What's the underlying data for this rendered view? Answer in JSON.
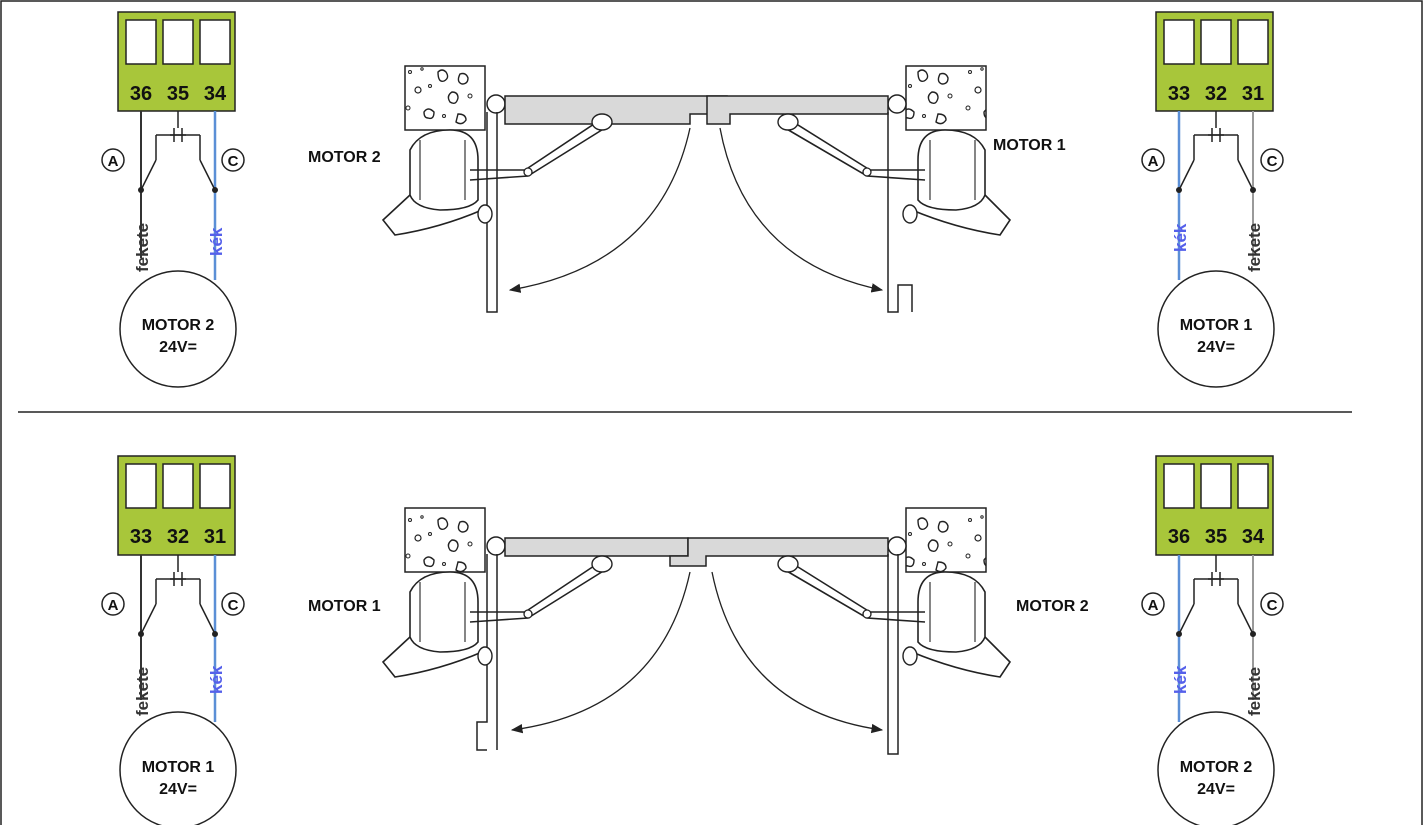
{
  "colors": {
    "terminal": "#a8c63a",
    "wire_blue": "#5b8fd6",
    "wire_black": "#333333",
    "wire_gray": "#9a9a9a",
    "label_blue": "#5560ea",
    "leaf_fill": "#d9d9d9"
  },
  "sections": [
    {
      "left_terminal": {
        "numbers": [
          "36",
          "35",
          "34"
        ]
      },
      "left_labels": {
        "a": "A",
        "c": "C",
        "wire_a": "fekete",
        "wire_c": "kék"
      },
      "left_motor": {
        "line1": "MOTOR 2",
        "line2": "24V="
      },
      "gate": {
        "left_label": "MOTOR 2",
        "right_label": "MOTOR 1"
      },
      "right_terminal": {
        "numbers": [
          "33",
          "32",
          "31"
        ]
      },
      "right_labels": {
        "a": "A",
        "c": "C",
        "wire_a": "kék",
        "wire_c": "fekete"
      },
      "right_motor": {
        "line1": "MOTOR 1",
        "line2": "24V="
      }
    },
    {
      "left_terminal": {
        "numbers": [
          "33",
          "32",
          "31"
        ]
      },
      "left_labels": {
        "a": "A",
        "c": "C",
        "wire_a": "fekete",
        "wire_c": "kék"
      },
      "left_motor": {
        "line1": "MOTOR 1",
        "line2": "24V="
      },
      "gate": {
        "left_label": "MOTOR 1",
        "right_label": "MOTOR 2"
      },
      "right_terminal": {
        "numbers": [
          "36",
          "35",
          "34"
        ]
      },
      "right_labels": {
        "a": "A",
        "c": "C",
        "wire_a": "kék",
        "wire_c": "fekete"
      },
      "right_motor": {
        "line1": "MOTOR 2",
        "line2": "24V="
      }
    }
  ]
}
